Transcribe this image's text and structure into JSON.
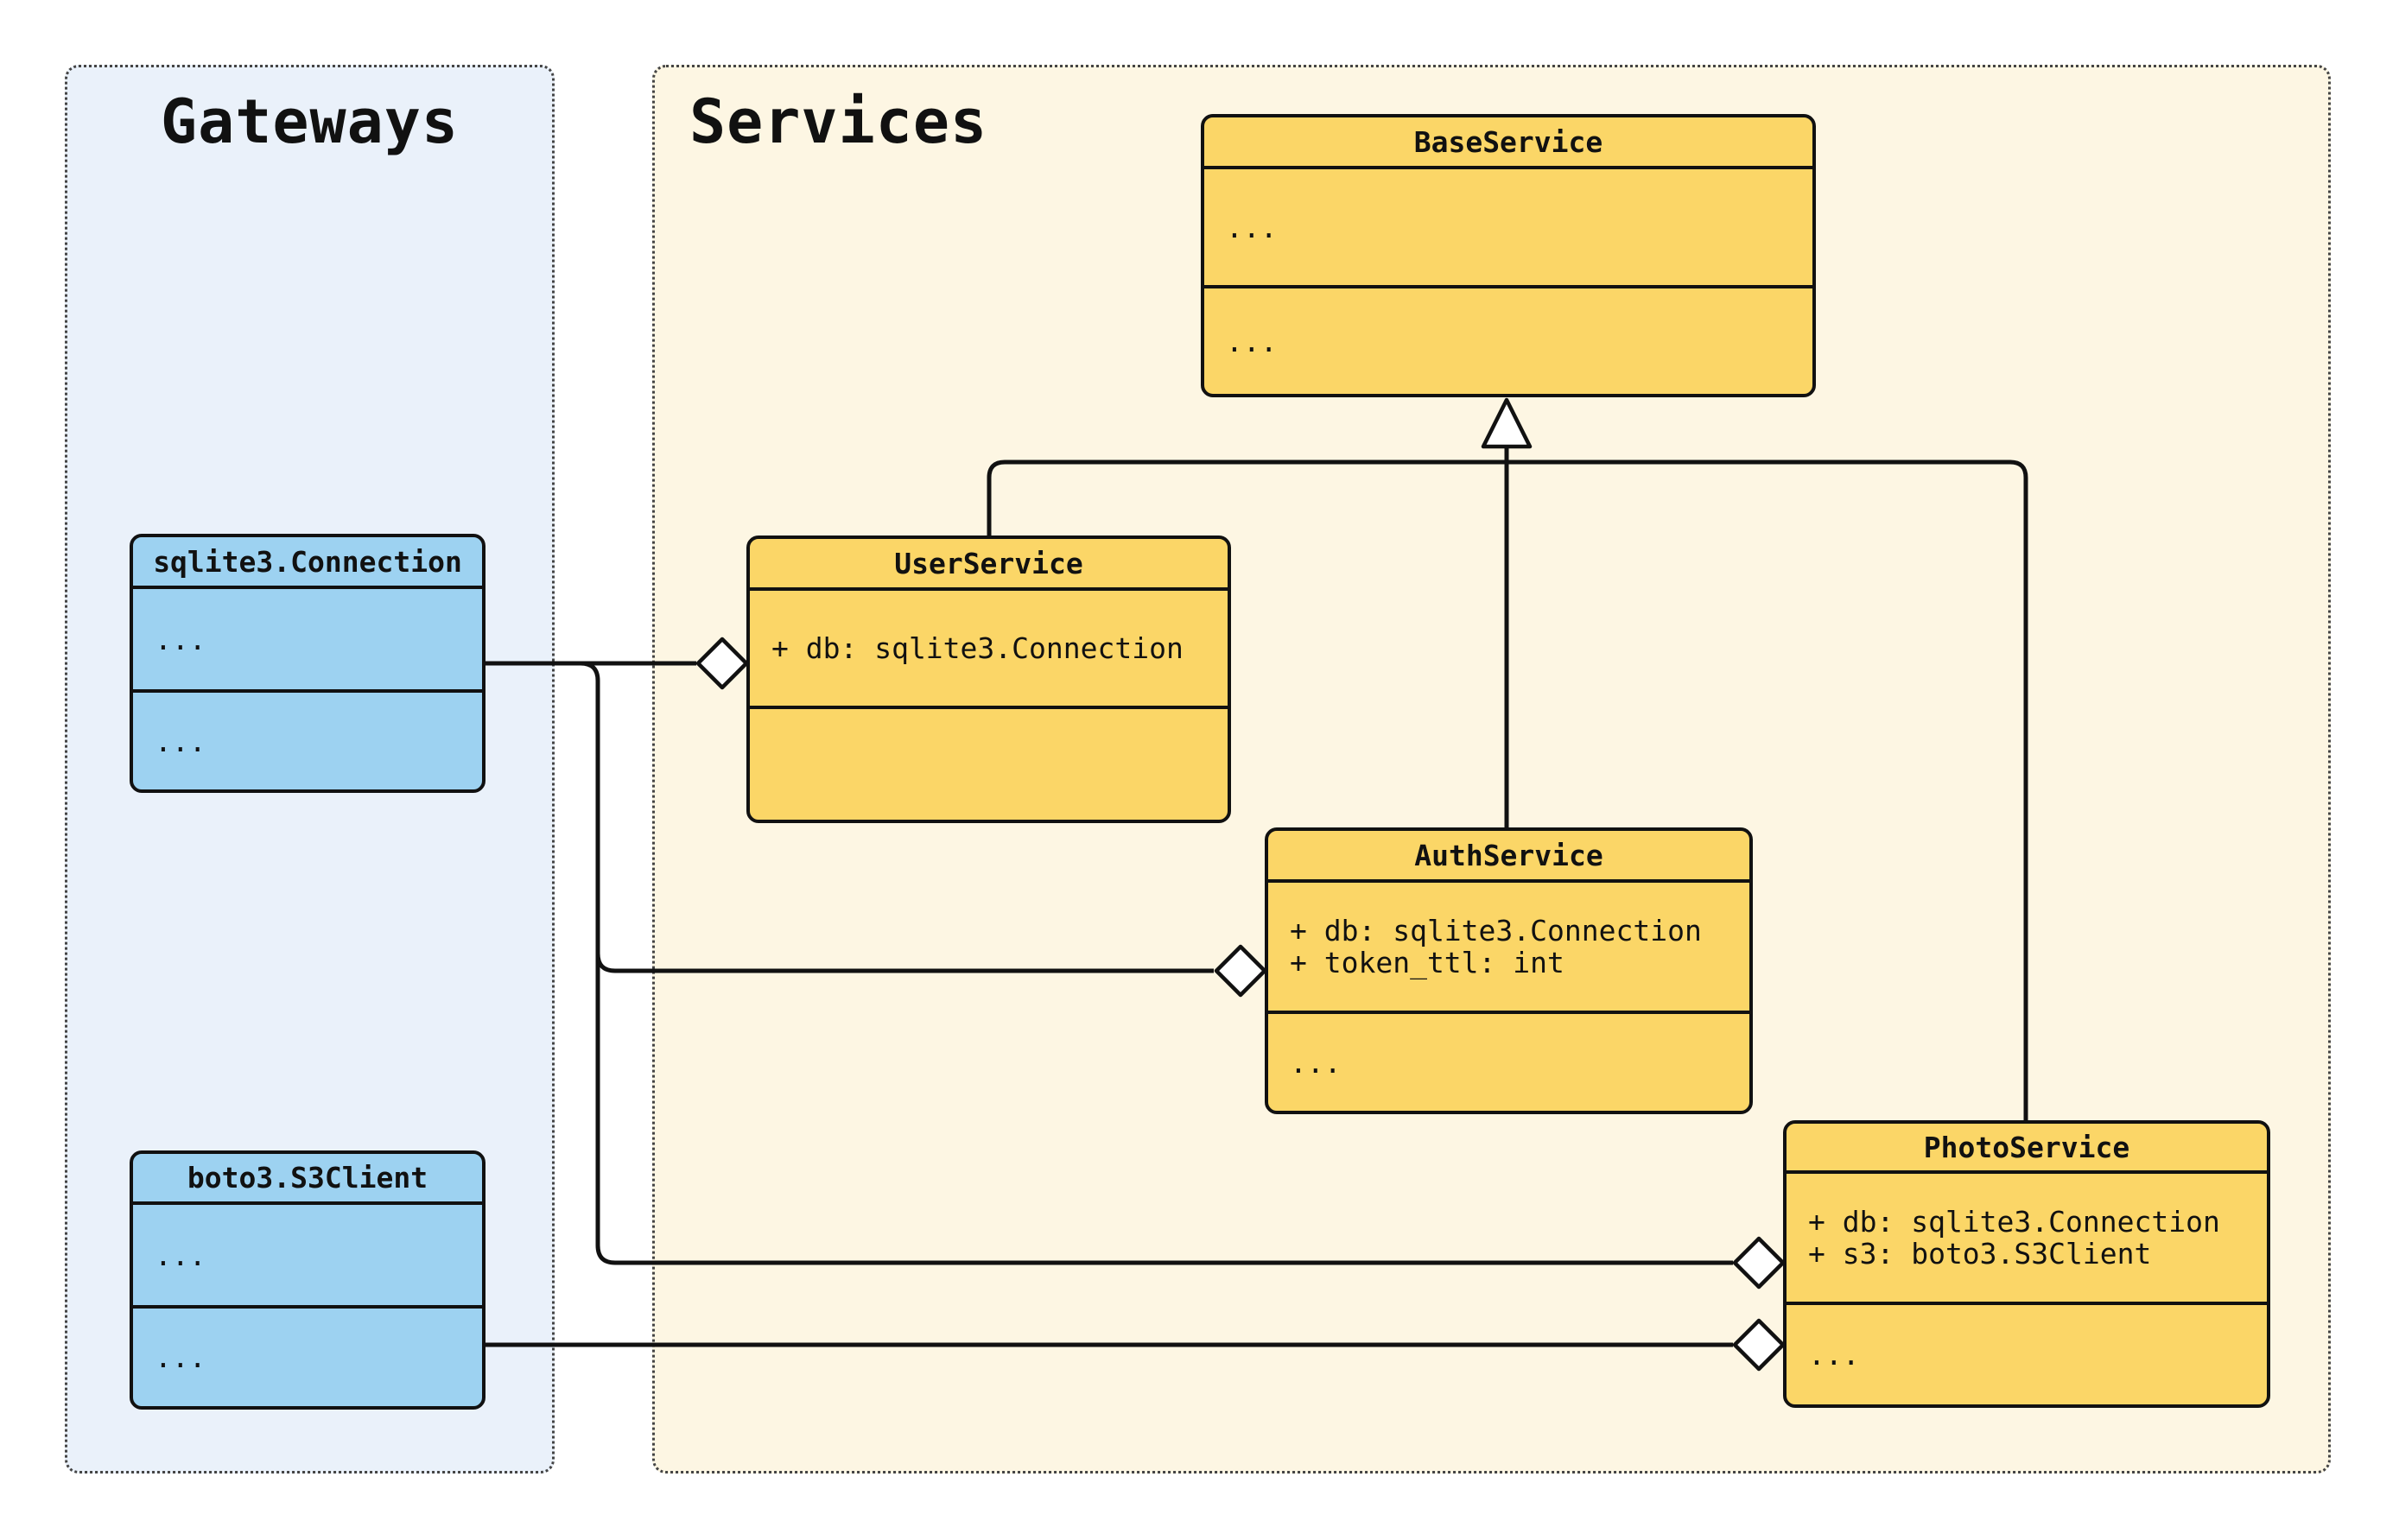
{
  "diagram": {
    "type": "uml-class-diagram",
    "groups": [
      {
        "id": "gateways",
        "title": "Gateways"
      },
      {
        "id": "services",
        "title": "Services"
      }
    ]
  },
  "gateways": {
    "title": "Gateways"
  },
  "services": {
    "title": "Services"
  },
  "classes": {
    "sqlite": {
      "name": "sqlite3.Connection",
      "attributes": "...",
      "methods": "...",
      "group": "Gateways"
    },
    "boto3": {
      "name": "boto3.S3Client",
      "attributes": "...",
      "methods": "...",
      "group": "Gateways"
    },
    "base": {
      "name": "BaseService",
      "attributes": "...",
      "methods": "...",
      "group": "Services"
    },
    "user": {
      "name": "UserService",
      "attributes": "+ db: sqlite3.Connection",
      "methods": "",
      "group": "Services"
    },
    "auth": {
      "name": "AuthService",
      "attributes": "+ db: sqlite3.Connection\n+ token_ttl: int",
      "methods": "...",
      "group": "Services"
    },
    "photo": {
      "name": "PhotoService",
      "attributes": "+ db: sqlite3.Connection\n+ s3: boto3.S3Client",
      "methods": "...",
      "group": "Services"
    }
  },
  "relationships": [
    {
      "from": "UserService",
      "to": "BaseService",
      "type": "inheritance"
    },
    {
      "from": "AuthService",
      "to": "BaseService",
      "type": "inheritance"
    },
    {
      "from": "PhotoService",
      "to": "BaseService",
      "type": "inheritance"
    },
    {
      "from": "sqlite3.Connection",
      "to": "UserService",
      "type": "aggregation"
    },
    {
      "from": "sqlite3.Connection",
      "to": "AuthService",
      "type": "aggregation"
    },
    {
      "from": "sqlite3.Connection",
      "to": "PhotoService",
      "type": "aggregation"
    },
    {
      "from": "boto3.S3Client",
      "to": "PhotoService",
      "type": "aggregation"
    }
  ],
  "colors": {
    "service_class_fill": "#FBD667",
    "gateway_class_fill": "#9DD2F1",
    "services_panel_bg": "#FDF6E3",
    "gateways_panel_bg": "#EAF1FA",
    "edge_stroke": "#111111",
    "diamond_fill": "#FFFFFF",
    "triangle_fill": "#FFFFFF"
  }
}
